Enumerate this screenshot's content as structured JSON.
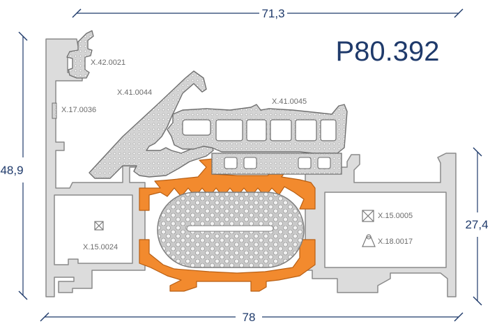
{
  "title": "P80.392",
  "dimensions": {
    "top_width": "71,3",
    "bottom_width": "78",
    "left_height": "48,9",
    "right_height": "27,4"
  },
  "part_codes": {
    "top_left": "X.42.0021",
    "left_insert": "X.17.0036",
    "upper_gasket": "X.41.0044",
    "right_gasket": "X.41.0045",
    "left_chamber": "X.15.0024",
    "right_chamber_1": "X.15.0005",
    "right_chamber_2": "X.18.0017"
  },
  "colors": {
    "dimension_line": "#1f3a6b",
    "profile_fill": "#d9d9d9",
    "profile_stroke": "#8a8a8a",
    "thermal_break": "#f28a2e",
    "gasket_fill": "#cfcfcf"
  }
}
